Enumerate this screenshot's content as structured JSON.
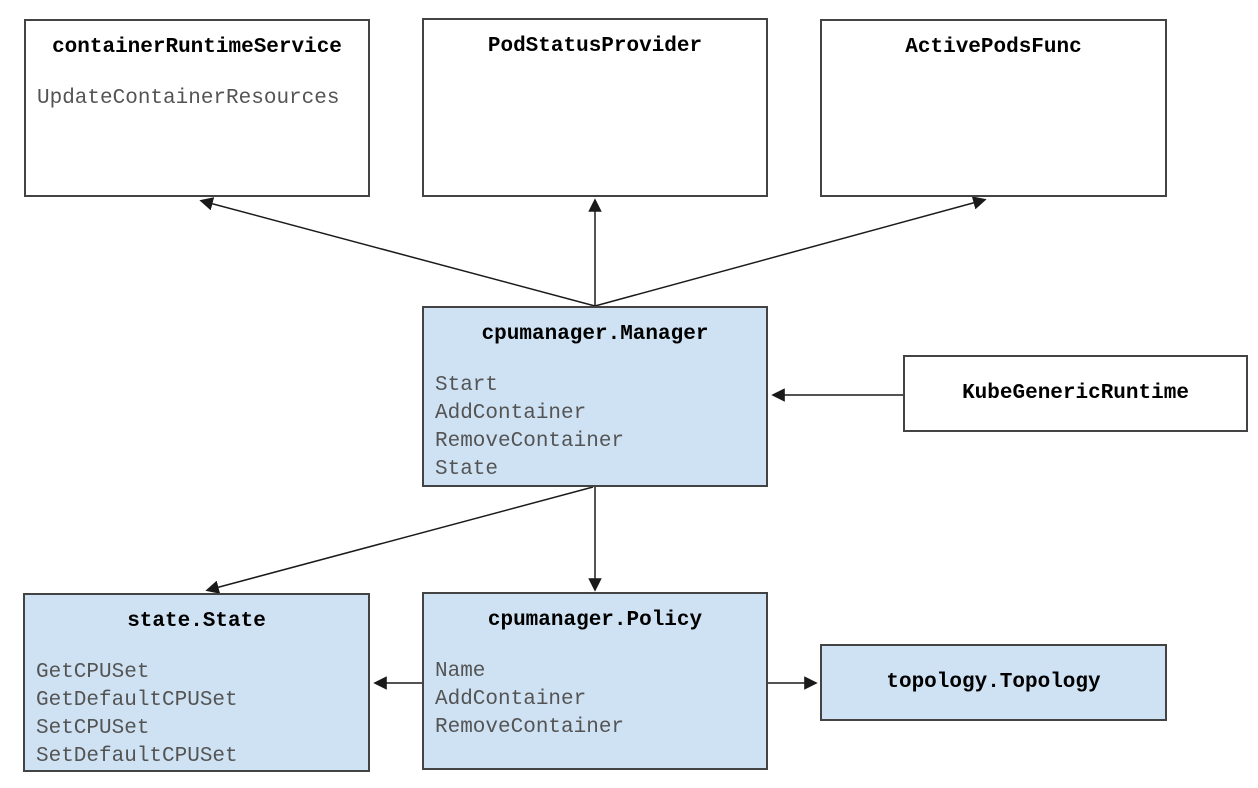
{
  "diagram": {
    "description": "CPU Manager component diagram",
    "colors": {
      "highlight_box_fill": "#cfe2f3",
      "plain_box_fill": "#ffffff",
      "box_border": "#434343",
      "title_text": "#000000",
      "method_text": "#545454",
      "arrow": "#1a1a1a"
    },
    "nodes": [
      {
        "id": "containerRuntimeService",
        "title": "containerRuntimeService",
        "fill": "plain",
        "methods": [
          "UpdateContainerResources"
        ]
      },
      {
        "id": "PodStatusProvider",
        "title": "PodStatusProvider",
        "fill": "plain",
        "methods": []
      },
      {
        "id": "ActivePodsFunc",
        "title": "ActivePodsFunc",
        "fill": "plain",
        "methods": []
      },
      {
        "id": "cpumanager.Manager",
        "title": "cpumanager.Manager",
        "fill": "highlight",
        "methods": [
          "Start",
          "AddContainer",
          "RemoveContainer",
          "State"
        ]
      },
      {
        "id": "KubeGenericRuntime",
        "title": "KubeGenericRuntime",
        "fill": "plain",
        "methods": []
      },
      {
        "id": "state.State",
        "title": "state.State",
        "fill": "highlight",
        "methods": [
          "GetCPUSet",
          "GetDefaultCPUSet",
          "SetCPUSet",
          "SetDefaultCPUSet"
        ]
      },
      {
        "id": "cpumanager.Policy",
        "title": "cpumanager.Policy",
        "fill": "highlight",
        "methods": [
          "Name",
          "AddContainer",
          "RemoveContainer"
        ]
      },
      {
        "id": "topology.Topology",
        "title": "topology.Topology",
        "fill": "highlight",
        "methods": []
      }
    ],
    "edges": [
      {
        "from": "cpumanager.Manager",
        "to": "containerRuntimeService"
      },
      {
        "from": "cpumanager.Manager",
        "to": "PodStatusProvider"
      },
      {
        "from": "cpumanager.Manager",
        "to": "ActivePodsFunc"
      },
      {
        "from": "KubeGenericRuntime",
        "to": "cpumanager.Manager"
      },
      {
        "from": "cpumanager.Manager",
        "to": "state.State"
      },
      {
        "from": "cpumanager.Manager",
        "to": "cpumanager.Policy"
      },
      {
        "from": "cpumanager.Policy",
        "to": "state.State"
      },
      {
        "from": "cpumanager.Policy",
        "to": "topology.Topology"
      }
    ]
  }
}
